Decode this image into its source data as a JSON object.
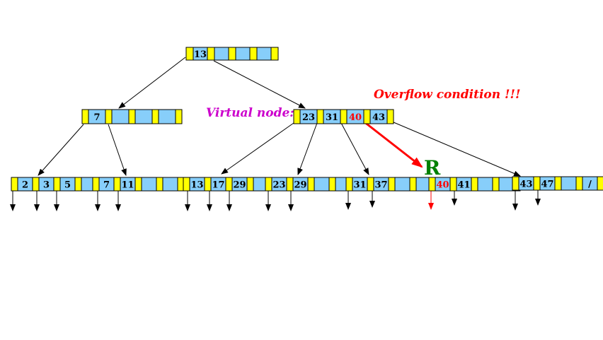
{
  "colors": {
    "pointer": "#ffff00",
    "key": "#87cefa",
    "edge": "#000000",
    "overflow_text": "#ff0000",
    "virtual_text": "#cc00cc",
    "new_node_label": "#008000",
    "new_key": "#ff0000",
    "link_green": "#008000",
    "link_blue": "#0000ff"
  },
  "labels": {
    "virtual_node": "Virtual node:",
    "overflow": "Overflow condition !!!",
    "new_node": "R",
    "null_pointer": "/"
  },
  "nodes": {
    "root": [
      "13",
      "",
      "",
      ""
    ],
    "left": [
      "7",
      "",
      "",
      ""
    ],
    "virtual": [
      "23",
      "31",
      "40",
      "43"
    ],
    "leaf1": [
      "2",
      "3",
      "5",
      ""
    ],
    "leaf2": [
      "7",
      "11",
      "",
      ""
    ],
    "leaf3": [
      "13",
      "17",
      "29",
      ""
    ],
    "leaf4": [
      "23",
      "29",
      "",
      ""
    ],
    "leaf5": [
      "31",
      "37",
      "",
      ""
    ],
    "leafR": [
      "40",
      "41",
      "",
      ""
    ],
    "leaf7": [
      "43",
      "47",
      "",
      "/"
    ]
  }
}
